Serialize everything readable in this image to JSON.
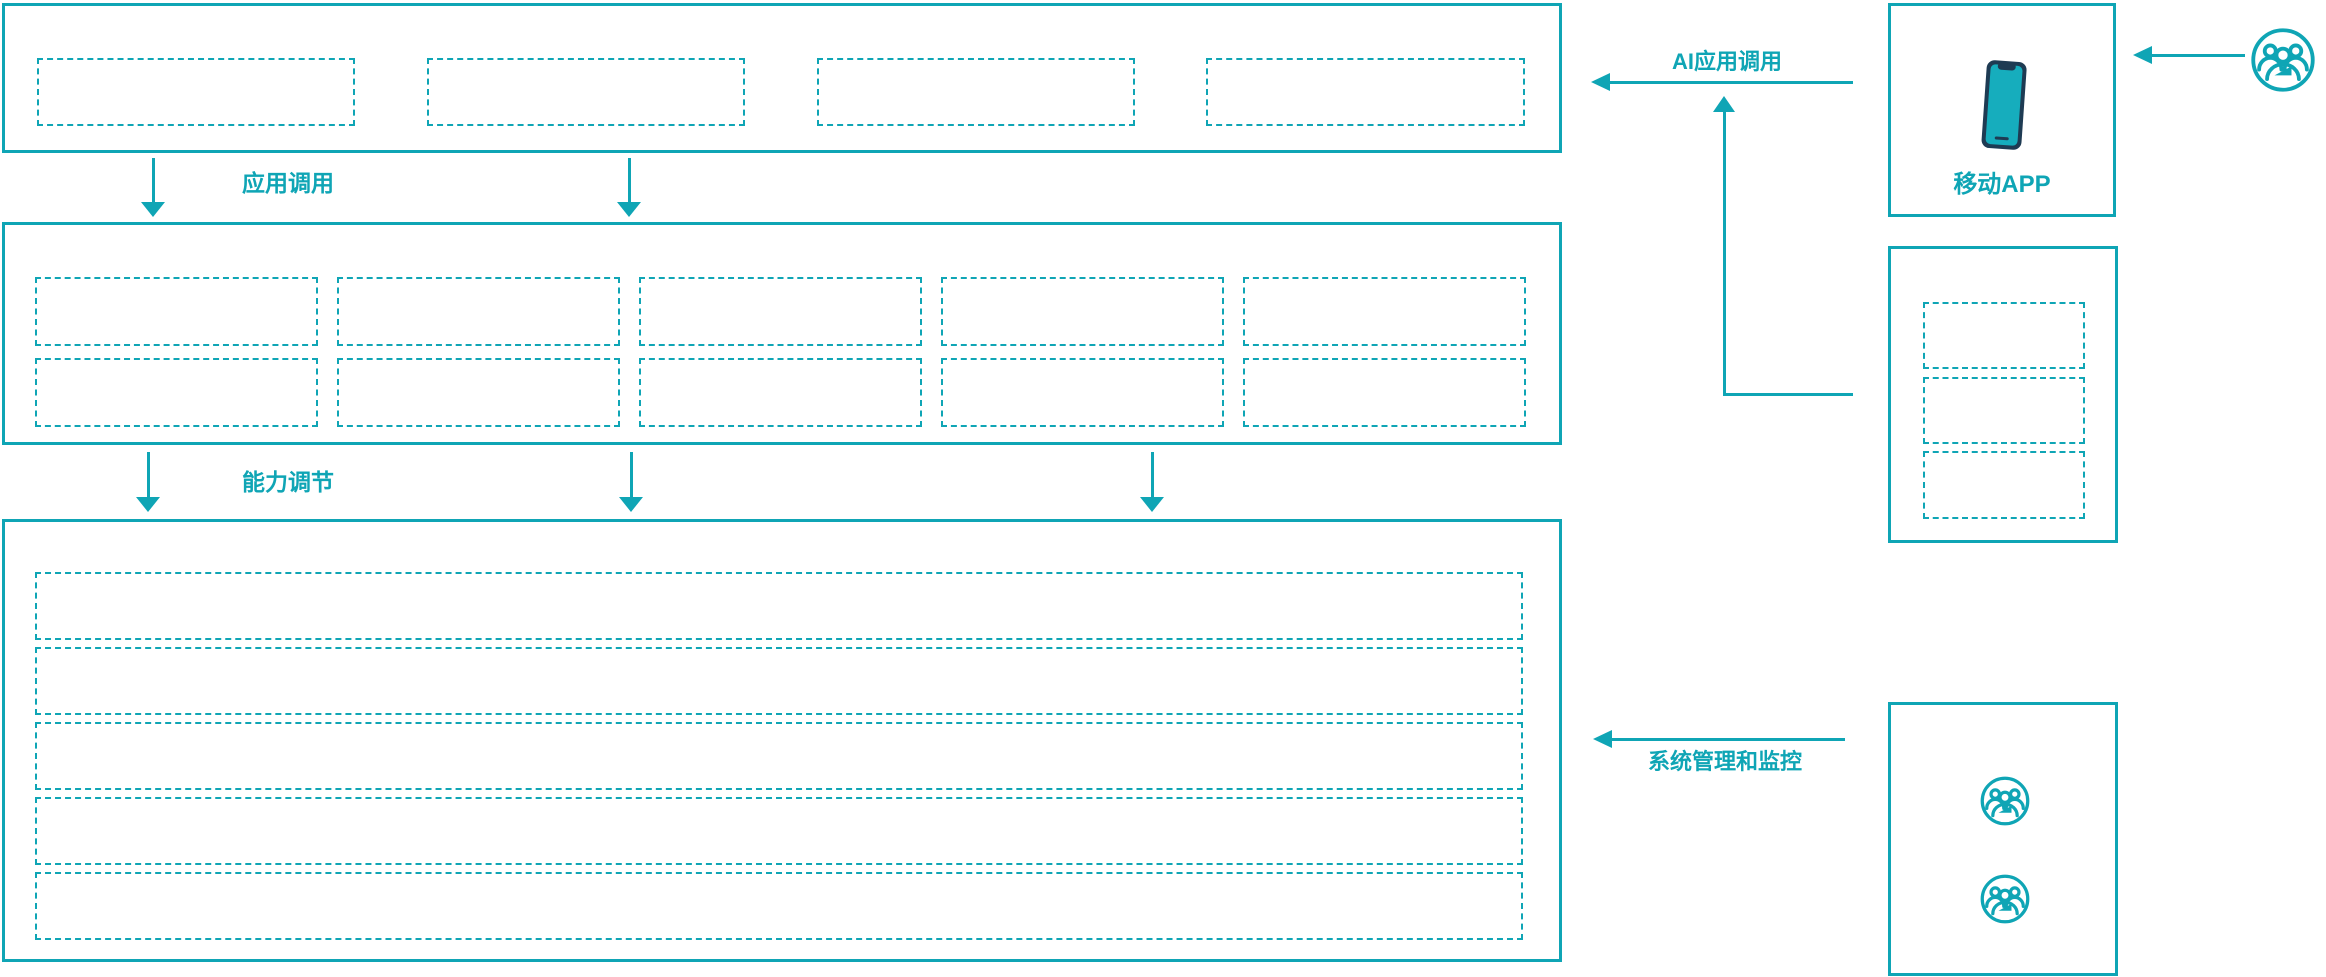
{
  "diagram": {
    "title_hint": "AI platform architecture diagram",
    "background_color": "#FFFFFF",
    "accent_color": "#0FA5B5",
    "phone_screen_color": "#16ADBD",
    "phone_frame_color": "#1E3B53",
    "labels": {
      "app_call": "应用调用",
      "capability_adjust": "能力调节",
      "ai_app_call": "AI应用调用",
      "mobile_app": "移动APP",
      "system_mgmt": "系统管理和监控"
    },
    "layers": {
      "top_layer": {
        "placeholder_count": 4
      },
      "middle_layer": {
        "rows": 2,
        "cols": 5,
        "placeholder_count": 10
      },
      "bottom_layer": {
        "placeholder_count": 5
      }
    },
    "right_panels": {
      "mobile_app_panel": {
        "label": "移动APP",
        "icon": "smartphone-icon"
      },
      "third_party_panel": {
        "placeholder_count": 3
      },
      "admin_panel": {
        "icon": "users-group-icon",
        "icon_count": 2
      }
    },
    "external_user": {
      "icon": "users-group-icon"
    }
  }
}
